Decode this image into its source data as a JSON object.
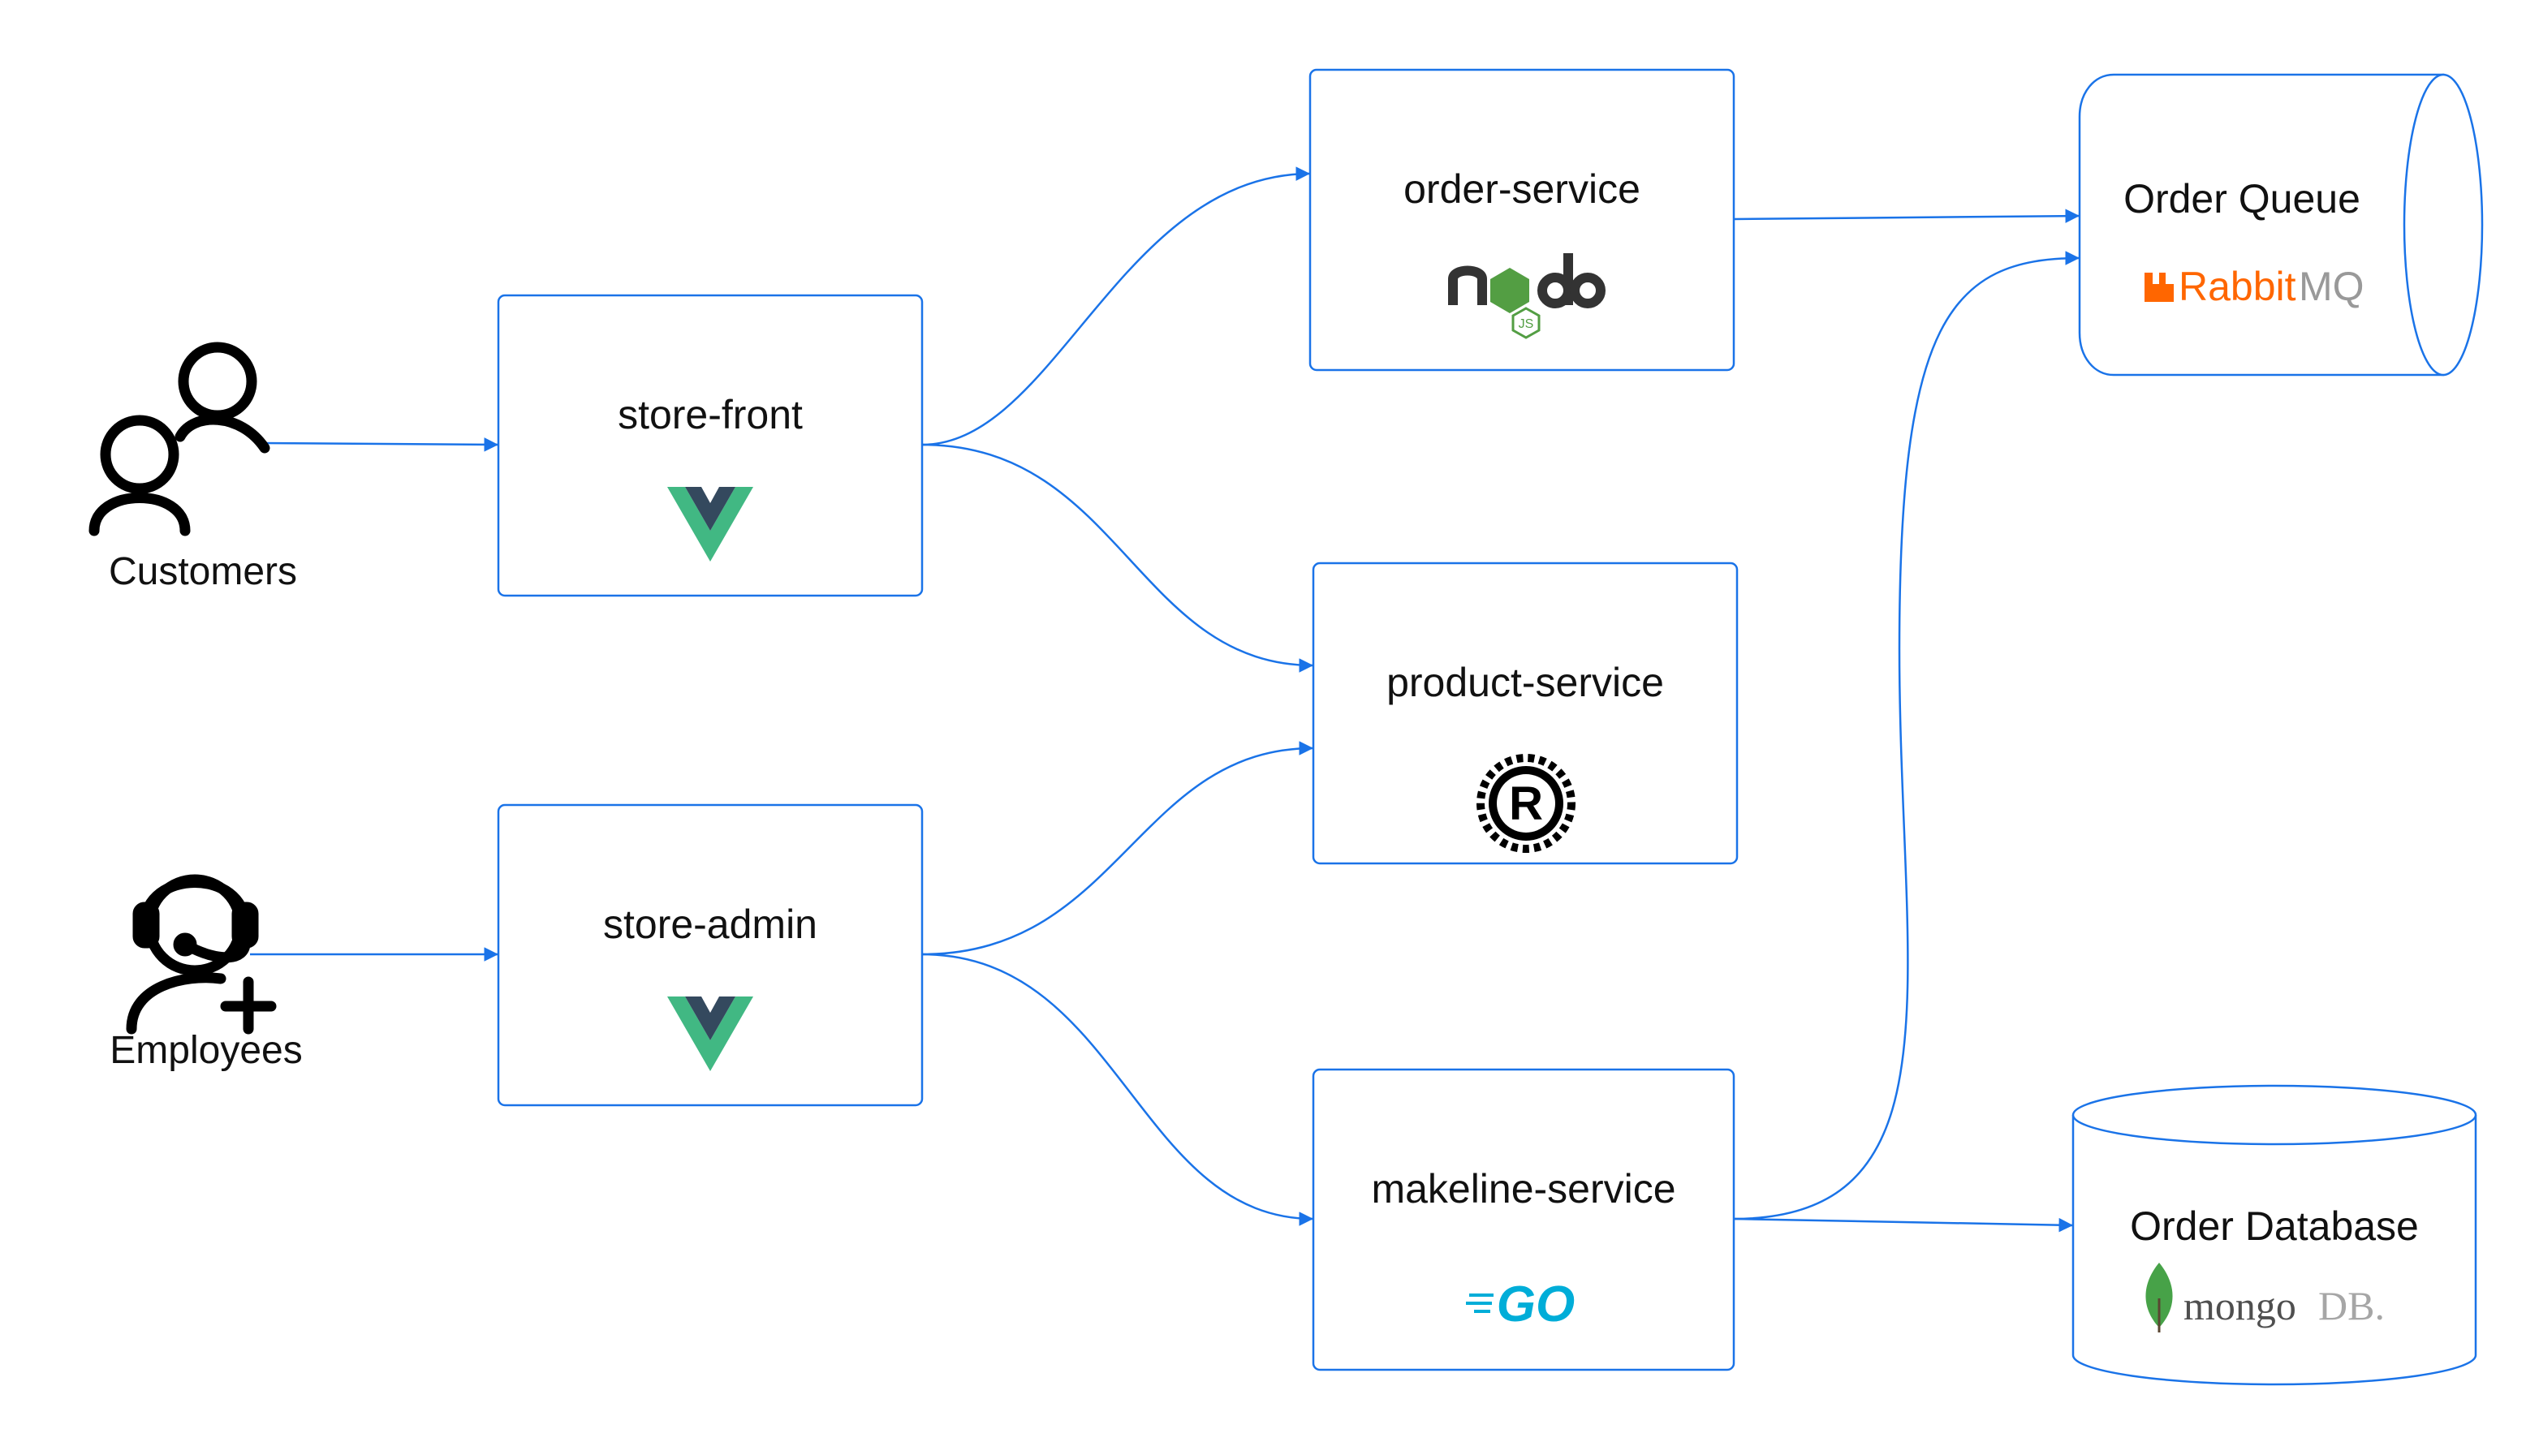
{
  "actors": {
    "customers": {
      "label": "Customers",
      "icon": "customers-icon"
    },
    "employees": {
      "label": "Employees",
      "icon": "employee-headset-icon"
    }
  },
  "services": {
    "store_front": {
      "label": "store-front",
      "icon": "vue-logo-icon"
    },
    "store_admin": {
      "label": "store-admin",
      "icon": "vue-logo-icon"
    },
    "order_service": {
      "label": "order-service",
      "icon": "nodejs-logo-icon"
    },
    "product_service": {
      "label": "product-service",
      "icon": "rust-logo-icon"
    },
    "makeline_service": {
      "label": "makeline-service",
      "icon": "go-logo-icon"
    }
  },
  "stores": {
    "order_queue": {
      "label": "Order Queue",
      "icon": "rabbitmq-logo-icon",
      "logo_text": "RabbitMQ"
    },
    "order_database": {
      "label": "Order Database",
      "icon": "mongodb-logo-icon",
      "logo_text": "mongoDB."
    }
  },
  "colors": {
    "connector": "#1a73e8",
    "vue_green": "#41b883",
    "vue_dark": "#34495e",
    "node_dark": "#333333",
    "node_green": "#539e43",
    "rabbit_orange": "#ff6600",
    "rabbit_gray": "#999999",
    "mongo_green": "#47a248",
    "mongo_text": "#4f4f4f",
    "go_blue": "#00add8"
  }
}
